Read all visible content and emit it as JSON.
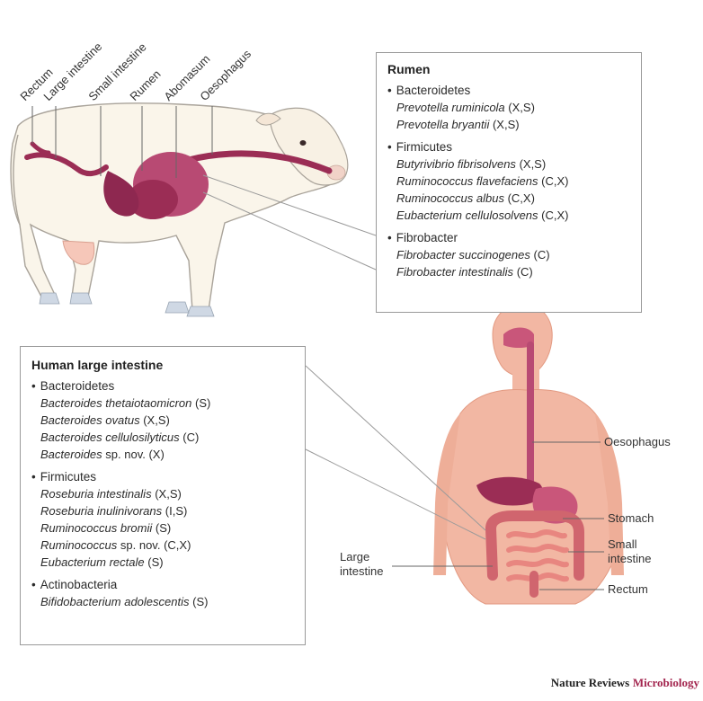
{
  "cow": {
    "labels": [
      "Rectum",
      "Large intestine",
      "Small intestine",
      "Rumen",
      "Abomasum",
      "Oesophagus"
    ]
  },
  "rumen_box": {
    "title": "Rumen",
    "groups": [
      {
        "phylum": "Bacteroidetes",
        "species": [
          {
            "name": "Prevotella ruminicola",
            "code": "(X,S)"
          },
          {
            "name": "Prevotella bryantii",
            "code": "(X,S)"
          }
        ]
      },
      {
        "phylum": "Firmicutes",
        "species": [
          {
            "name": "Butyrivibrio fibrisolvens",
            "code": "(X,S)"
          },
          {
            "name": "Ruminococcus flavefaciens",
            "code": "(C,X)"
          },
          {
            "name": "Ruminococcus albus",
            "code": "(C,X)"
          },
          {
            "name": "Eubacterium cellulosolvens",
            "code": "(C,X)"
          }
        ]
      },
      {
        "phylum": "Fibrobacter",
        "species": [
          {
            "name": "Fibrobacter succinogenes",
            "code": "(C)"
          },
          {
            "name": "Fibrobacter intestinalis",
            "code": "(C)"
          }
        ]
      }
    ]
  },
  "human_box": {
    "title": "Human large intestine",
    "groups": [
      {
        "phylum": "Bacteroidetes",
        "species": [
          {
            "name": "Bacteroides thetaiotaomicron",
            "code": "(S)"
          },
          {
            "name": "Bacteroides ovatus",
            "code": "(X,S)"
          },
          {
            "name": "Bacteroides cellulosilyticus",
            "code": "(C)"
          },
          {
            "name": "Bacteroides",
            "suffix": "sp. nov.",
            "code": "(X)"
          }
        ]
      },
      {
        "phylum": "Firmicutes",
        "species": [
          {
            "name": "Roseburia intestinalis",
            "code": "(X,S)"
          },
          {
            "name": "Roseburia inulinivorans",
            "code": "(I,S)"
          },
          {
            "name": "Ruminococcus bromii",
            "code": "(S)"
          },
          {
            "name": "Ruminococcus",
            "suffix": "sp. nov.",
            "code": "(C,X)"
          },
          {
            "name": "Eubacterium rectale",
            "code": "(S)"
          }
        ]
      },
      {
        "phylum": "Actinobacteria",
        "species": [
          {
            "name": "Bifidobacterium adolescentis",
            "code": "(S)"
          }
        ]
      }
    ]
  },
  "human": {
    "oesophagus": "Oesophagus",
    "stomach": "Stomach",
    "small_intestine": "Small intestine",
    "large_intestine": "Large intestine",
    "rectum": "Rectum"
  },
  "credit": {
    "journal": "Nature Reviews",
    "section": "Microbiology"
  },
  "colors": {
    "organ": "#9b2d55",
    "organ_light": "#c9567a",
    "skin": "#f2b7a3",
    "skin_dark": "#e39a82",
    "cow_body": "#faf5ea",
    "credit_accent": "#a3264f"
  }
}
